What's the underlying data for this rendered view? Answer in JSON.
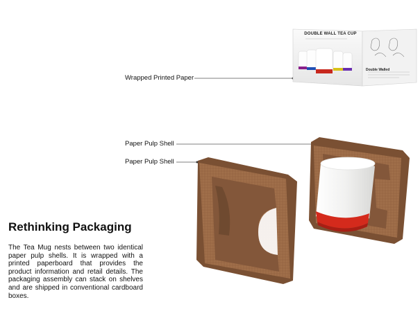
{
  "callouts": {
    "wrapped_paper": "Wrapped Printed Paper",
    "shell_1": "Paper Pulp Shell",
    "shell_2": "Paper Pulp Shell"
  },
  "heading": "Rethinking Packaging",
  "description": "The Tea Mug nests between two identical paper pulp shells. It is wrapped with a printed paperboard that provides the product information and retail details. The packaging assembly can stack on shelves and are shipped in conventional cardboard boxes.",
  "box": {
    "front_title": "DOUBLE WALL TEA CUP",
    "side_title": "Double Walled"
  },
  "colors": {
    "pulp": "#9c6b47",
    "pulp_shadow": "#7a5033",
    "cup_white": "#f4f4f2",
    "cup_base_red": "#d42a1c",
    "leader_line": "#555555"
  },
  "icons": [
    "leader-line",
    "cup-illustration",
    "hand-sketch"
  ]
}
